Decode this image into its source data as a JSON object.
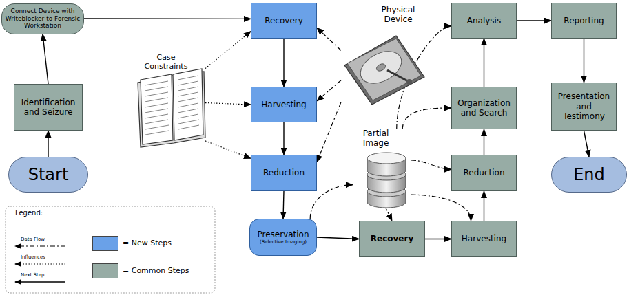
{
  "diagram": {
    "nodes": [
      {
        "text": [
          "Connect Device with Writeblocker to Forensic Workstation"
        ]
      },
      {
        "text": [
          "Identification and Seizure"
        ]
      },
      {
        "text": [
          "Start"
        ]
      },
      {
        "text": [
          "Recovery"
        ]
      },
      {
        "text": [
          "Harvesting"
        ]
      },
      {
        "text": [
          "Reduction"
        ]
      },
      {
        "text": [
          "Preservation",
          "(Selective Imaging)"
        ]
      },
      {
        "text": [
          "Recovery"
        ]
      },
      {
        "text": [
          "Harvesting"
        ]
      },
      {
        "text": [
          "Reduction"
        ]
      },
      {
        "text": [
          "Organization and Search"
        ]
      },
      {
        "text": [
          "Analysis"
        ]
      },
      {
        "text": [
          "Reporting"
        ]
      },
      {
        "text": [
          "Presentation and Testimony"
        ]
      },
      {
        "text": [
          "End"
        ]
      },
      {
        "text": [
          "Case Constraints"
        ]
      },
      {
        "text": [
          "Physical Device"
        ]
      },
      {
        "text": [
          "Partial Image"
        ]
      }
    ],
    "edges": [
      {
        "from": 2,
        "to": 1,
        "arrow": "to"
      },
      {
        "from": 1,
        "to": 0,
        "arrow": "to"
      },
      {
        "from": 0,
        "to": 3,
        "arrow": "to"
      },
      {
        "from": 3,
        "to": 4,
        "arrow": "to"
      },
      {
        "from": 4,
        "to": 5,
        "arrow": "to"
      },
      {
        "from": 5,
        "to": 6,
        "arrow": "to"
      },
      {
        "from": 6,
        "to": 7,
        "arrow": "to"
      },
      {
        "from": 7,
        "to": 8,
        "arrow": "to"
      },
      {
        "from": 8,
        "to": 9,
        "arrow": "to"
      },
      {
        "from": 9,
        "to": 10,
        "arrow": "to"
      },
      {
        "from": 10,
        "to": 11,
        "arrow": "to"
      },
      {
        "from": 11,
        "to": 12,
        "arrow": "to"
      },
      {
        "from": 12,
        "to": 13,
        "arrow": "to"
      },
      {
        "from": 13,
        "to": 14,
        "arrow": "to"
      },
      {
        "from": 15,
        "to": 3,
        "arrow": "to"
      },
      {
        "from": 15,
        "to": 4,
        "arrow": "to"
      },
      {
        "from": 15,
        "to": 5,
        "arrow": "to"
      },
      {
        "from": 16,
        "to": 3,
        "arrow": "to"
      },
      {
        "from": 16,
        "to": 4,
        "arrow": "to"
      },
      {
        "from": 16,
        "to": 5,
        "arrow": "to"
      },
      {
        "from": 6,
        "to": 17,
        "arrow": "to"
      },
      {
        "from": 17,
        "to": 7,
        "arrow": "to"
      },
      {
        "from": 17,
        "to": 8,
        "arrow": "to"
      },
      {
        "from": 17,
        "to": 9,
        "arrow": "to"
      },
      {
        "from": 17,
        "to": 10,
        "arrow": "to"
      },
      {
        "from": 17,
        "to": 11,
        "arrow": "to"
      }
    ],
    "labels": [
      "Legend:"
    ],
    "legend": [
      {
        "text": "Data Flow"
      },
      {
        "text": "Influences"
      },
      {
        "text": "Next Step"
      },
      {
        "text": "= New Steps",
        "color": "#6aa1e8"
      },
      {
        "text": "= Common Steps",
        "color": "#97aca5"
      }
    ]
  }
}
